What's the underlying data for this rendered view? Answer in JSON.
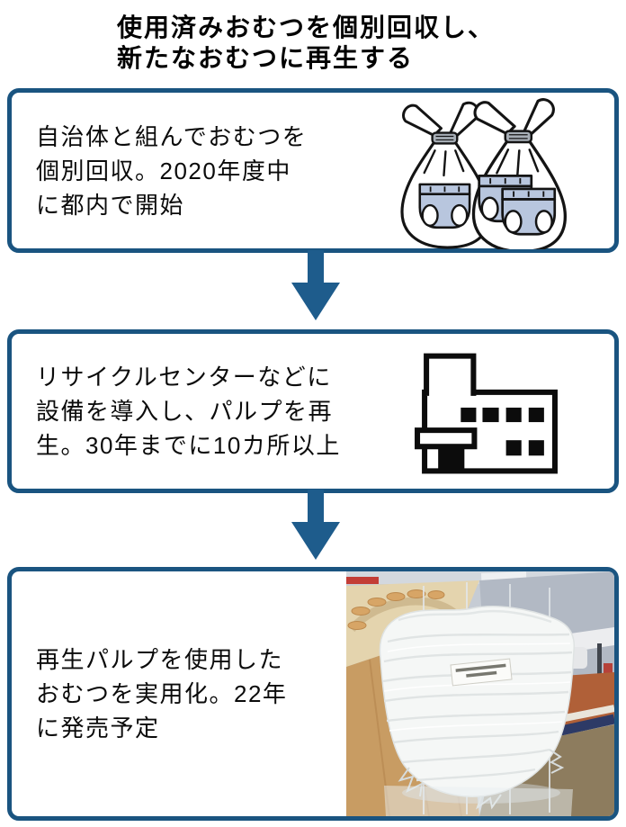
{
  "page": {
    "title": {
      "line1": "使用済みおむつを個別回収し、",
      "line2": "新たなおむつに再生する"
    }
  },
  "flow": {
    "steps": [
      {
        "id": "collect",
        "lines": [
          "自治体と組んでおむつを",
          "個別回収。2020年度中",
          "に都内で開始"
        ],
        "illustration": "diaper-bags-illustration"
      },
      {
        "id": "recycle-center",
        "lines": [
          "リサイクルセンターなどに",
          "設備を導入し、パルプを再",
          "生。30年までに10カ所以上"
        ],
        "illustration": "recycle-center-building-icon"
      },
      {
        "id": "new-product",
        "lines": [
          "再生パルプを使用した",
          "おむつを実用化。22年",
          "に発売予定"
        ],
        "illustration": "recycled-diaper-photo"
      }
    ]
  },
  "colors": {
    "box_border": "#1a5480",
    "arrow": "#1e5c8c",
    "title_text": "#000000",
    "body_text": "#0b0b0b",
    "bag_diaper_fill": "#b8c6de",
    "line_art_stroke": "#141414"
  }
}
